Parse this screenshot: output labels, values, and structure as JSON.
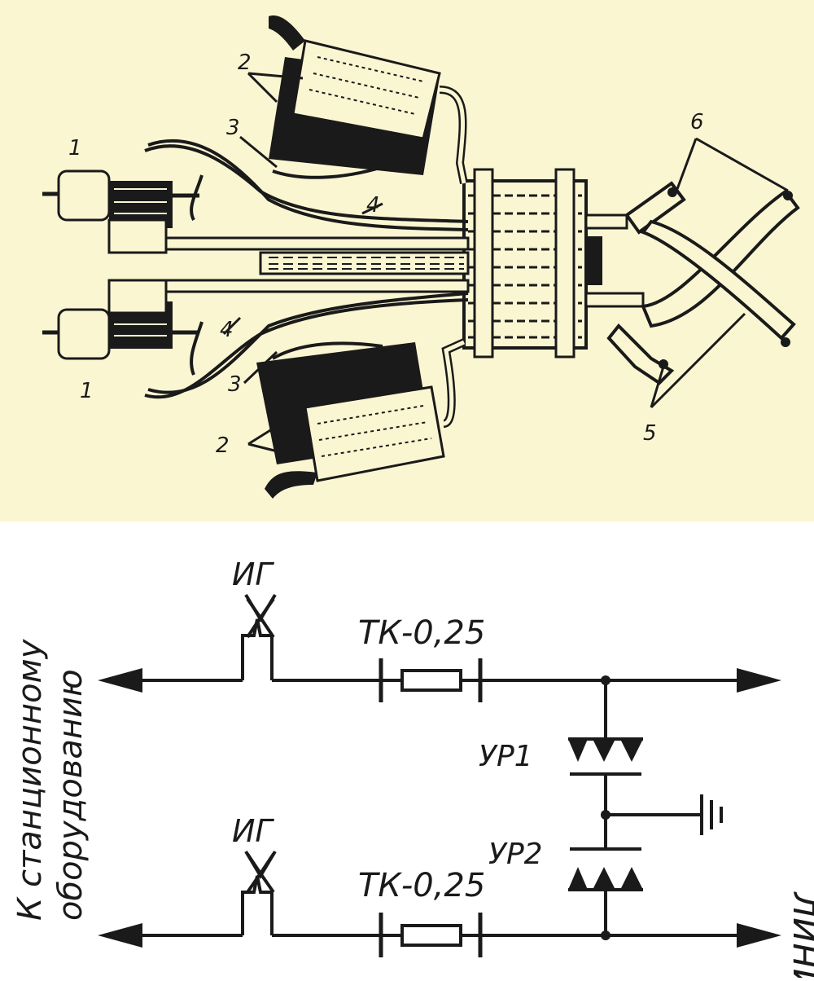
{
  "photo": {
    "callouts": [
      "1",
      "1",
      "2",
      "2",
      "3",
      "3",
      "4",
      "4",
      "5",
      "6"
    ]
  },
  "schematic": {
    "left_label_line1": "К станционному",
    "left_label_line2": "оборудованию",
    "right_label": "линия",
    "arrester_top_label": "ИГ",
    "arrester_bottom_label": "ИГ",
    "fuse_top_label": "ТК-0,25",
    "fuse_bottom_label": "ТК-0,25",
    "protector_top_label": "УР1",
    "protector_bottom_label": "УР2"
  },
  "colors": {
    "paper": "#fbf6d2",
    "ink": "#1a1a1a"
  }
}
